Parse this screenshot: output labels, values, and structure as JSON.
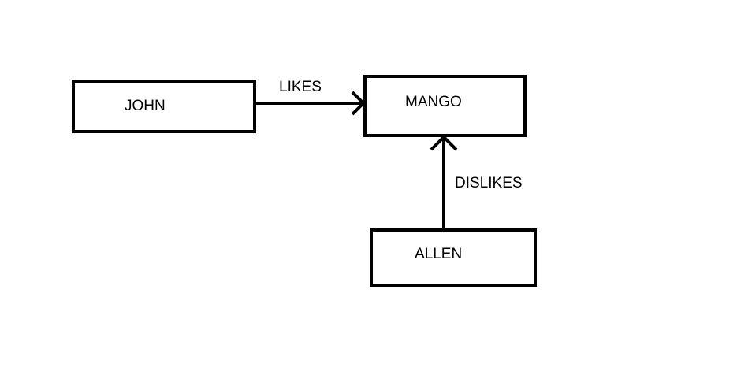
{
  "nodes": {
    "john": {
      "label": "JOHN"
    },
    "mango": {
      "label": "MANGO"
    },
    "allen": {
      "label": "ALLEN"
    }
  },
  "edges": {
    "likes": {
      "label": "LIKES",
      "from": "JOHN",
      "to": "MANGO"
    },
    "dislikes": {
      "label": "DISLIKES",
      "from": "ALLEN",
      "to": "MANGO"
    }
  },
  "colors": {
    "stroke": "#000000",
    "background": "#ffffff"
  }
}
